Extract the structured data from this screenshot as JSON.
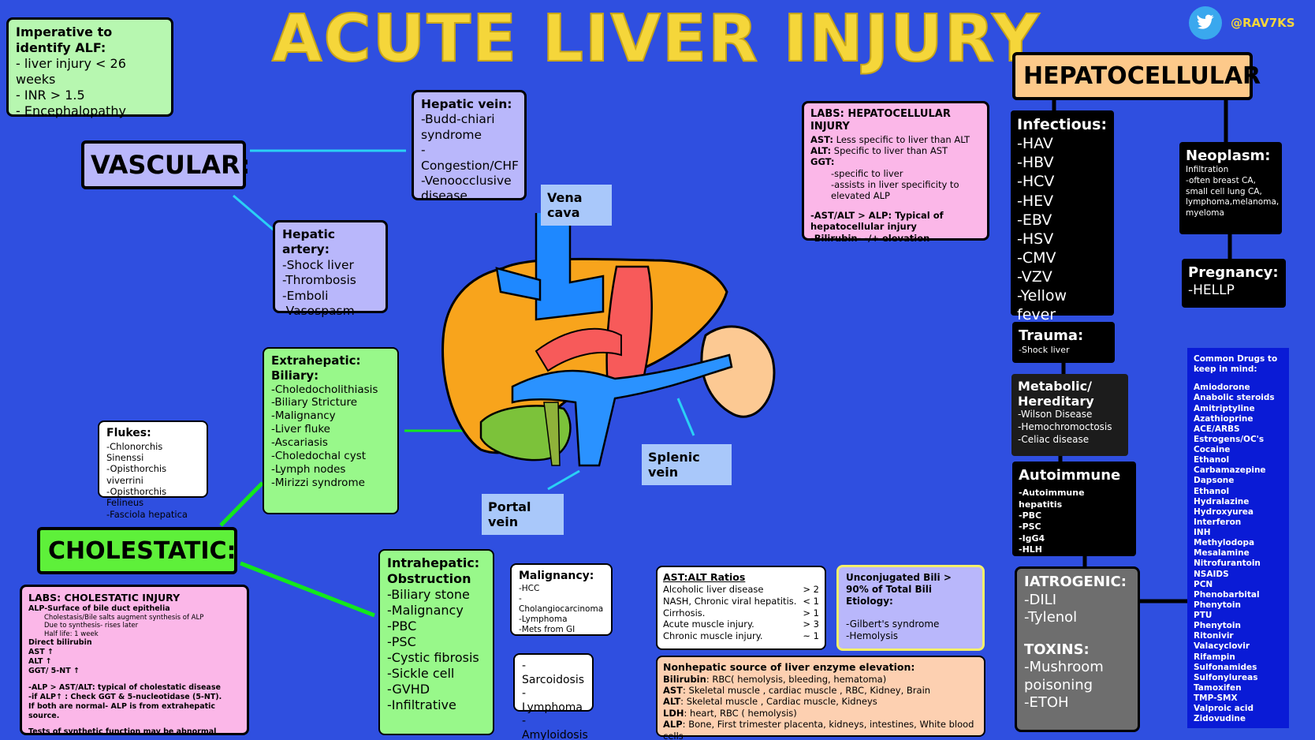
{
  "title": "ACUTE LIVER INJURY",
  "handle": "@RAV7KS",
  "alf": {
    "heading": "Imperative to identify ALF:",
    "items": "- liver injury < 26 weeks\n- INR > 1.5\n- Encephalopathy"
  },
  "vascular": {
    "label": "VASCULAR:",
    "hepatic_vein": {
      "heading": "Hepatic vein:",
      "items": "-Budd-chiari syndrome\n-Congestion/CHF\n-Venoocclusive disease"
    },
    "hepatic_artery": {
      "heading": "Hepatic artery:",
      "items": "-Shock liver\n-Thrombosis\n-Emboli\n-Vasospasm"
    }
  },
  "anatomy": {
    "vena_cava": "Vena cava",
    "splenic_vein": "Splenic vein",
    "portal_vein": "Portal vein"
  },
  "cholestatic": {
    "label": "CHOLESTATIC:",
    "flukes": {
      "heading": "Flukes:",
      "items": "-Chlonorchis Sinenssi\n-Opisthorchis viverrini\n-Opisthorchis Felineus\n-Fasciola hepatica"
    },
    "extrahepatic": {
      "heading": "Extrahepatic:\nBiliary:",
      "items": "-Choledocholithiasis\n-Biliary Stricture\n-Malignancy\n-Liver fluke\n-Ascariasis\n-Choledochal cyst\n-Lymph nodes\n-Mirizzi syndrome"
    },
    "intrahepatic": {
      "heading": "Intrahepatic:\nObstruction",
      "items": "-Biliary stone\n-Malignancy\n-PBC\n-PSC\n-Cystic fibrosis\n-Sickle cell\n-GVHD\n-Infiltrative"
    },
    "malignancy": {
      "heading": "Malignancy:",
      "items": "-HCC\n-Cholangiocarcinoma\n-Lymphoma\n-Mets from GI"
    },
    "infiltrative": {
      "items": "-Sarcoidosis\n-Lymphoma\n-Amyloidosis"
    },
    "labs": {
      "heading": "LABS: CHOLESTATIC INJURY",
      "alp": "ALP-Surface of bile duct epithelia",
      "alp_sub": "Cholestasis/Bile salts augment synthesis of ALP\nDue to synthesis- rises later\nHalf life: 1 week",
      "rest": "Direct bilirubin\nAST ↑\nALT ↑\nGGT/ 5-NT ↑",
      "notes": "-ALP > AST/ALT: typical of cholestatic disease\n-if ALP↑ : Check GGT & 5-nucleotidase (5-NT).\nIf both are normal- ALP is from extrahepatic source.",
      "synthetic": "Tests of synthetic function may be abnormal"
    }
  },
  "ratios": {
    "heading": "AST:ALT Ratios",
    "rows": [
      {
        "label": "Alcoholic liver disease",
        "value": "> 2"
      },
      {
        "label": "NASH, Chronic viral hepatitis.",
        "value": "< 1"
      },
      {
        "label": "Cirrhosis.",
        "value": "> 1"
      },
      {
        "label": "Acute muscle injury.",
        "value": "> 3"
      },
      {
        "label": "Chronic muscle injury.",
        "value": "~ 1"
      }
    ]
  },
  "unconjugated": {
    "heading": "Unconjugated Bili > 90% of Total Bili\nEtiology:",
    "items": "-Gilbert's syndrome\n-Hemolysis"
  },
  "nonhepatic": {
    "heading": "Nonhepatic source of liver enzyme elevation:",
    "rows": [
      {
        "k": "Bilirubin",
        "v": ": RBC( hemolysis, bleeding, hematoma)"
      },
      {
        "k": "AST",
        "v": ": Skeletal muscle , cardiac muscle , RBC, Kidney, Brain"
      },
      {
        "k": "ALT",
        "v": ": Skeletal muscle , Cardiac muscle, Kidneys"
      },
      {
        "k": "LDH",
        "v": ": heart, RBC ( hemolysis)"
      },
      {
        "k": "ALP",
        "v": ": Bone, First trimester placenta, kidneys, intestines, White blood cells"
      }
    ]
  },
  "hepatocellular": {
    "label": "HEPATOCELLULAR",
    "labs": {
      "heading": "LABS: HEPATOCELLULAR INJURY",
      "ast_k": "AST:",
      "ast_v": " Less specific to liver than ALT",
      "alt_k": "ALT:",
      "alt_v": " Specific to liver than AST",
      "ggt_k": "GGT:",
      "ggt_items": "-specific to liver\n-assists in liver specificity to elevated ALP",
      "notes": "-AST/ALT > ALP: Typical of hepatocellular injury\n-Bilirubin- -/+ elevation"
    },
    "infectious": {
      "heading": "Infectious:",
      "items": "-HAV\n-HBV\n-HCV\n-HEV\n-EBV\n-HSV\n-CMV\n-VZV\n-Yellow fever"
    },
    "neoplasm": {
      "heading": "Neoplasm:",
      "sub": "Infiltration",
      "items": "-often breast CA, small cell lung CA, lymphoma,melanoma, myeloma"
    },
    "pregnancy": {
      "heading": "Pregnancy:",
      "items": "-HELLP"
    },
    "trauma": {
      "heading": "Trauma:",
      "items": "-Shock liver"
    },
    "metabolic": {
      "heading": "Metabolic/\nHereditary",
      "items": "-Wilson Disease\n-Hemochromoctosis\n-Celiac disease"
    },
    "autoimmune": {
      "heading": "Autoimmune",
      "items": "-Autoimmune hepatitis\n-PBC\n-PSC\n-IgG4\n-HLH"
    },
    "iatrogenic": {
      "heading": "IATROGENIC:",
      "items": "-DILI\n-Tylenol",
      "toxins_heading": "TOXINS:",
      "toxins": "-Mushroom poisoning\n-ETOH"
    },
    "drugs": {
      "heading": "Common Drugs to keep in mind:",
      "list": "Amiodorone\nAnabolic steroids\nAmitriptyline\nAzathioprine\nACE/ARBS\nEstrogens/OC's\nCocaine\nEthanol\nCarbamazepine\nDapsone\nEthanol\nHydralazine\nHydroxyurea\nInterferon\nINH\nMethylodopa\nMesalamine\nNitrofurantoin\nNSAIDS\nPCN\nPhenobarbital\nPhenytoin\nPTU\nPhenytoin\nRitonivir\nValacyclovir\nRifampin\nSulfonamides\nSulfonylureas\nTamoxifen\nTMP-SMX\nValproic acid\nZidovudine"
    }
  },
  "colors": {
    "background": "#2f4fe0",
    "title": "#f5d63a",
    "vascular": "#b9b7fb",
    "cholestatic": "#5ef03a",
    "labs": "#fbb7e8",
    "hepatocellular": "#fdc98a"
  }
}
